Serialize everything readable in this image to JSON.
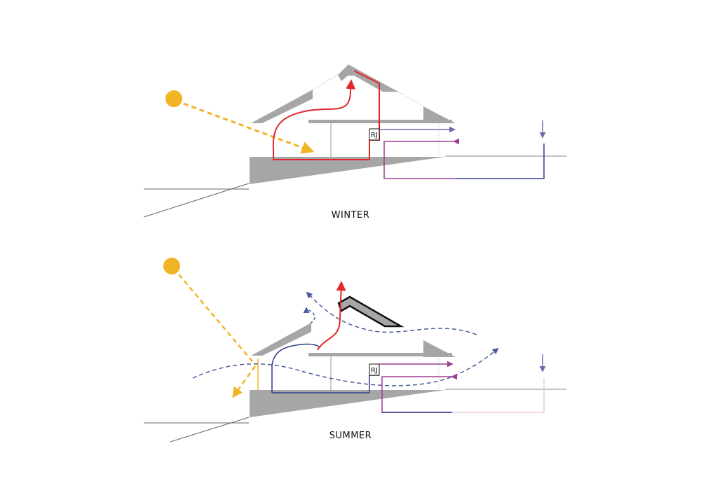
{
  "labels": {
    "winter": "WINTER",
    "summer": "SUMMER",
    "unit": "RJ"
  },
  "colors": {
    "sun": "#F0B524",
    "sun_ray": "#F0B524",
    "wall_grey": "#A6A6A7",
    "warm_air": "#E2262B",
    "cool_air": "#4A5C9A",
    "supply_duct": "#9C3F8F",
    "exhaust_duct": "#2F3B8C",
    "outline": "#666666"
  },
  "icons": [
    "sun-icon",
    "arrow-head-icon"
  ]
}
